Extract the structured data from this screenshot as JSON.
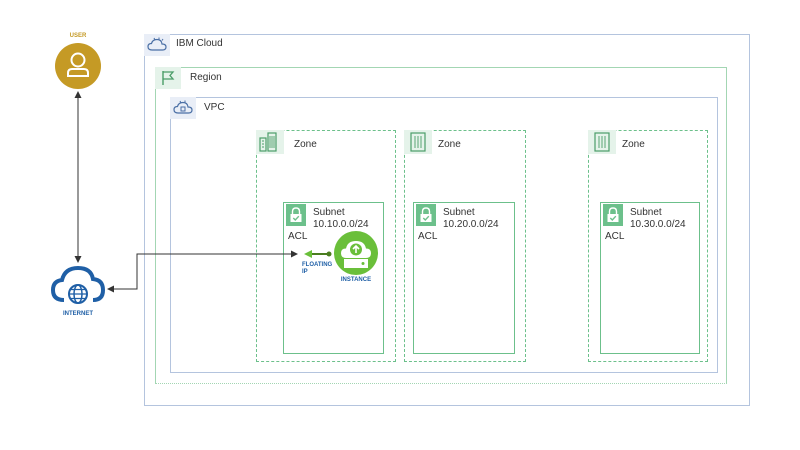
{
  "colors": {
    "cloud_border": "#b4c4de",
    "region_border": "#a3d6b3",
    "vpc_border": "#b4c4de",
    "zone_border": "#6cc08b",
    "subnet_border": "#6cc08b",
    "subnet_icon": "#6cc08b",
    "user_circle": "#c59a25",
    "internet_blue": "#1f5fa6",
    "instance_green": "#6abf3a",
    "floating_ip_blue": "#1f5fa6",
    "arrow": "#333333"
  },
  "user": {
    "label": "USER",
    "icon": "user-icon"
  },
  "internet": {
    "label": "INTERNET",
    "icon": "cloud-globe-icon"
  },
  "ibm_cloud": {
    "label": "IBM Cloud",
    "icon": "ibm-cloud-icon"
  },
  "region": {
    "label": "Region",
    "icon": "flag-icon"
  },
  "vpc": {
    "label": "VPC",
    "icon": "vpc-icon"
  },
  "zones": [
    {
      "label": "Zone",
      "icon": "building-icon"
    },
    {
      "label": "Zone",
      "icon": "building-icon"
    },
    {
      "label": "Zone",
      "icon": "building-icon"
    }
  ],
  "subnets": [
    {
      "label": "Subnet",
      "cidr": "10.10.0.0/24",
      "acl": "ACL",
      "icon": "lock-icon"
    },
    {
      "label": "Subnet",
      "cidr": "10.20.0.0/24",
      "acl": "ACL",
      "icon": "lock-icon"
    },
    {
      "label": "Subnet",
      "cidr": "10.30.0.0/24",
      "acl": "ACL",
      "icon": "lock-icon"
    }
  ],
  "floating_ip": {
    "label_line1": "FLOATING",
    "label_line2": "IP"
  },
  "instance": {
    "label": "INSTANCE",
    "icon": "instance-upload-icon"
  }
}
